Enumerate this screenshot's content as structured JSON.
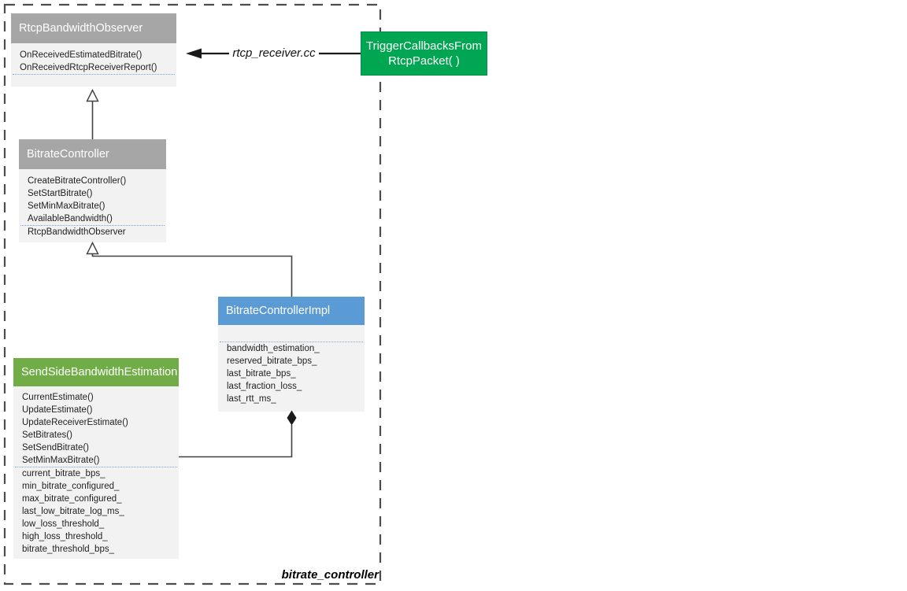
{
  "diagram": {
    "package_label": "bitrate_controller",
    "external_call": {
      "node_label": "TriggerCallbacksFromRtcpPacket( )",
      "arrow_label": "rtcp_receiver.cc"
    },
    "classes": [
      {
        "name": "RtcpBandwidthObserver",
        "methods": [
          "OnReceivedEstimatedBitrate()",
          "OnReceivedRtcpReceiverReport()"
        ],
        "fields": []
      },
      {
        "name": "BitrateController",
        "methods": [
          "CreateBitrateController()",
          "SetStartBitrate()",
          "SetMinMaxBitrate()",
          "AvailableBandwidth()"
        ],
        "fields": [
          "RtcpBandwidthObserver"
        ]
      },
      {
        "name": "BitrateControllerImpl",
        "methods": [],
        "fields": [
          "bandwidth_estimation_",
          "reserved_bitrate_bps_",
          "last_bitrate_bps_",
          "last_fraction_loss_",
          "last_rtt_ms_"
        ]
      },
      {
        "name": "SendSideBandwidthEstimation",
        "methods": [
          "CurrentEstimate()",
          "UpdateEstimate()",
          "UpdateReceiverEstimate()",
          "SetBitrates()",
          "SetSendBitrate()",
          "SetMinMaxBitrate()"
        ],
        "fields": [
          "current_bitrate_bps_",
          "min_bitrate_configured_",
          "max_bitrate_configured_",
          "last_low_bitrate_log_ms_",
          "low_loss_threshold_",
          "high_loss_threshold_",
          "bitrate_threshold_bps_"
        ]
      }
    ],
    "colors": {
      "gray_header": "#a6a6a6",
      "blue_header": "#5b9bd5",
      "green_header": "#70ad47",
      "bright_green_node": "#00a651",
      "box_body": "#f2f2f2",
      "separator_dotted": "#7da7dc",
      "connector_line": "#404040",
      "dashed_border": "#4d4d4d"
    }
  }
}
